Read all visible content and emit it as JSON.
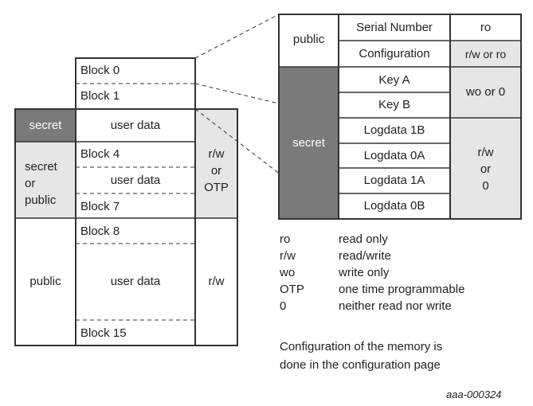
{
  "left_memory": {
    "rows": [
      {
        "access": "secret",
        "blocks": [
          "user data"
        ],
        "rights": ""
      },
      {
        "access": "secret\nor\npublic",
        "blocks": [
          "Block 4",
          "user data",
          "Block 7"
        ],
        "rights": "r/w\nor\nOTP"
      },
      {
        "access": "public",
        "blocks": [
          "Block 8",
          "user data",
          "Block 15"
        ],
        "rights": "r/w"
      }
    ],
    "top_blocks": [
      "Block 0",
      "Block 1"
    ]
  },
  "right_table": {
    "groups": [
      {
        "label": "public",
        "items": [
          "Serial Number",
          "Configuration"
        ],
        "rights": [
          "ro",
          "r/w or ro"
        ]
      },
      {
        "label": "secret",
        "items": [
          "Key A",
          "Key B",
          "Logdata 1B",
          "Logdata 0A",
          "Logdata 1A",
          "Logdata 0B"
        ],
        "rights": [
          "wo or 0",
          "r/w\nor\n0"
        ]
      }
    ]
  },
  "legend": [
    {
      "abbr": "ro",
      "meaning": "read only"
    },
    {
      "abbr": "r/w",
      "meaning": "read/write"
    },
    {
      "abbr": "wo",
      "meaning": "write only"
    },
    {
      "abbr": "OTP",
      "meaning": "one time programmable"
    },
    {
      "abbr": "0",
      "meaning": "neither read nor write"
    }
  ],
  "note": [
    "Configuration of the memory is",
    "done in the configuration page"
  ],
  "figure_id": "aaa-000324",
  "colors": {
    "dark_gray": "#7a7a7a",
    "light_gray": "#e6e6e6",
    "line": "#333333"
  }
}
